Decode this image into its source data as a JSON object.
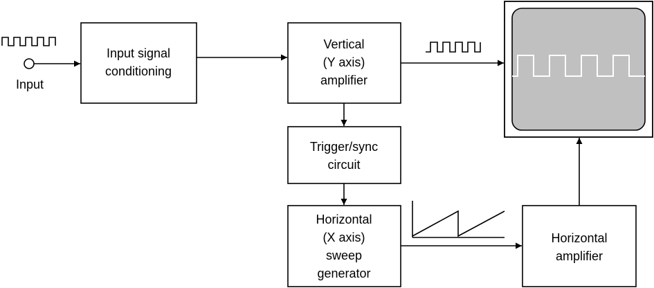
{
  "input": {
    "label": "Input"
  },
  "blocks": {
    "conditioning": {
      "lines": [
        "Input signal",
        "conditioning"
      ]
    },
    "vertical_amp": {
      "lines": [
        "Vertical",
        "(Y axis)",
        "amplifier"
      ]
    },
    "trigger": {
      "lines": [
        "Trigger/sync",
        "circuit"
      ]
    },
    "sweep_gen": {
      "lines": [
        "Horizontal",
        "(X axis)",
        "sweep",
        "generator"
      ]
    },
    "horizontal_amp": {
      "lines": [
        "Horizontal",
        "amplifier"
      ]
    }
  },
  "display": {
    "screen_color": "#c0c0c0",
    "trace_color": "#ffffff"
  }
}
